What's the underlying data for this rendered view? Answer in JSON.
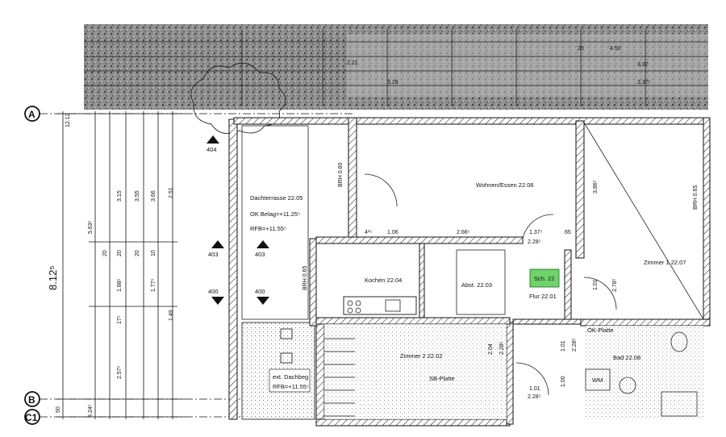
{
  "axes": {
    "a": "A",
    "b": "B",
    "c": "C1"
  },
  "rooms": {
    "dachterrasse": "Dachterrasse 22.05",
    "ok_belag": "OK Belag=+11.25⁵",
    "rfb": "RFB=+11.55⁵",
    "wohnen": "Wohnen/Essen 22.06",
    "zimmer1": "Zimmer 1 22.07",
    "kochen": "Kochen 22.04",
    "abst": "Abst. 22.03",
    "flur": "Flur 22.01",
    "zimmer2": "Zimmer 2 22.02",
    "bad": "Bad 22.08",
    "wm": "WM",
    "dachbeg": "ext. Dachbeg",
    "rfb2": "RFB=+11.55⁵",
    "sb": "SB-Platte",
    "ok_platte": "OK-Platte"
  },
  "markers": {
    "m403a": "403",
    "m403b": "403",
    "m400a": "400",
    "m400b": "400",
    "m404": "404"
  },
  "left_dims": {
    "overall": "8.12⁵",
    "v1": "5.63⁵",
    "v2": "3.15",
    "v3": "3.55",
    "v4": "3.66",
    "v5": "20",
    "v6": "20",
    "v7": "20",
    "v8": "10",
    "v9": "1.88⁵",
    "v10": "1.77⁵",
    "v11": "17⁵",
    "v12": "1.49",
    "v13": "2.57⁵",
    "v14": "2.51",
    "v15": "9.24⁵",
    "v16": "50",
    "v17": "12.12"
  },
  "plan_dims": {
    "d1": "4¹⁵",
    "d2": "1.06",
    "d3": "2.66⁵",
    "d4": "1.37⁵",
    "d5": "2.28⁵",
    "d6": "65",
    "d7": "3.86⁵",
    "d8": "BRH 0.65",
    "d9": "1.01",
    "d10": "2.78⁵",
    "d11": "2.28⁵",
    "d12": "1.01",
    "d13": "2.28⁵",
    "d14": "2.04",
    "d15": "2.28⁵",
    "d16": "1.00",
    "d17": "1.01",
    "d18": "BRH 0.60",
    "d19": "BRH 0.65"
  },
  "top_dims": {
    "t1": "2.21",
    "t2": "3.28",
    "t3": "3.37",
    "t4": "3.37⁵",
    "t5": "4.50",
    "t6": "20"
  },
  "highlight": {
    "label": "Sch. 22",
    "color": "#6fd36a"
  }
}
